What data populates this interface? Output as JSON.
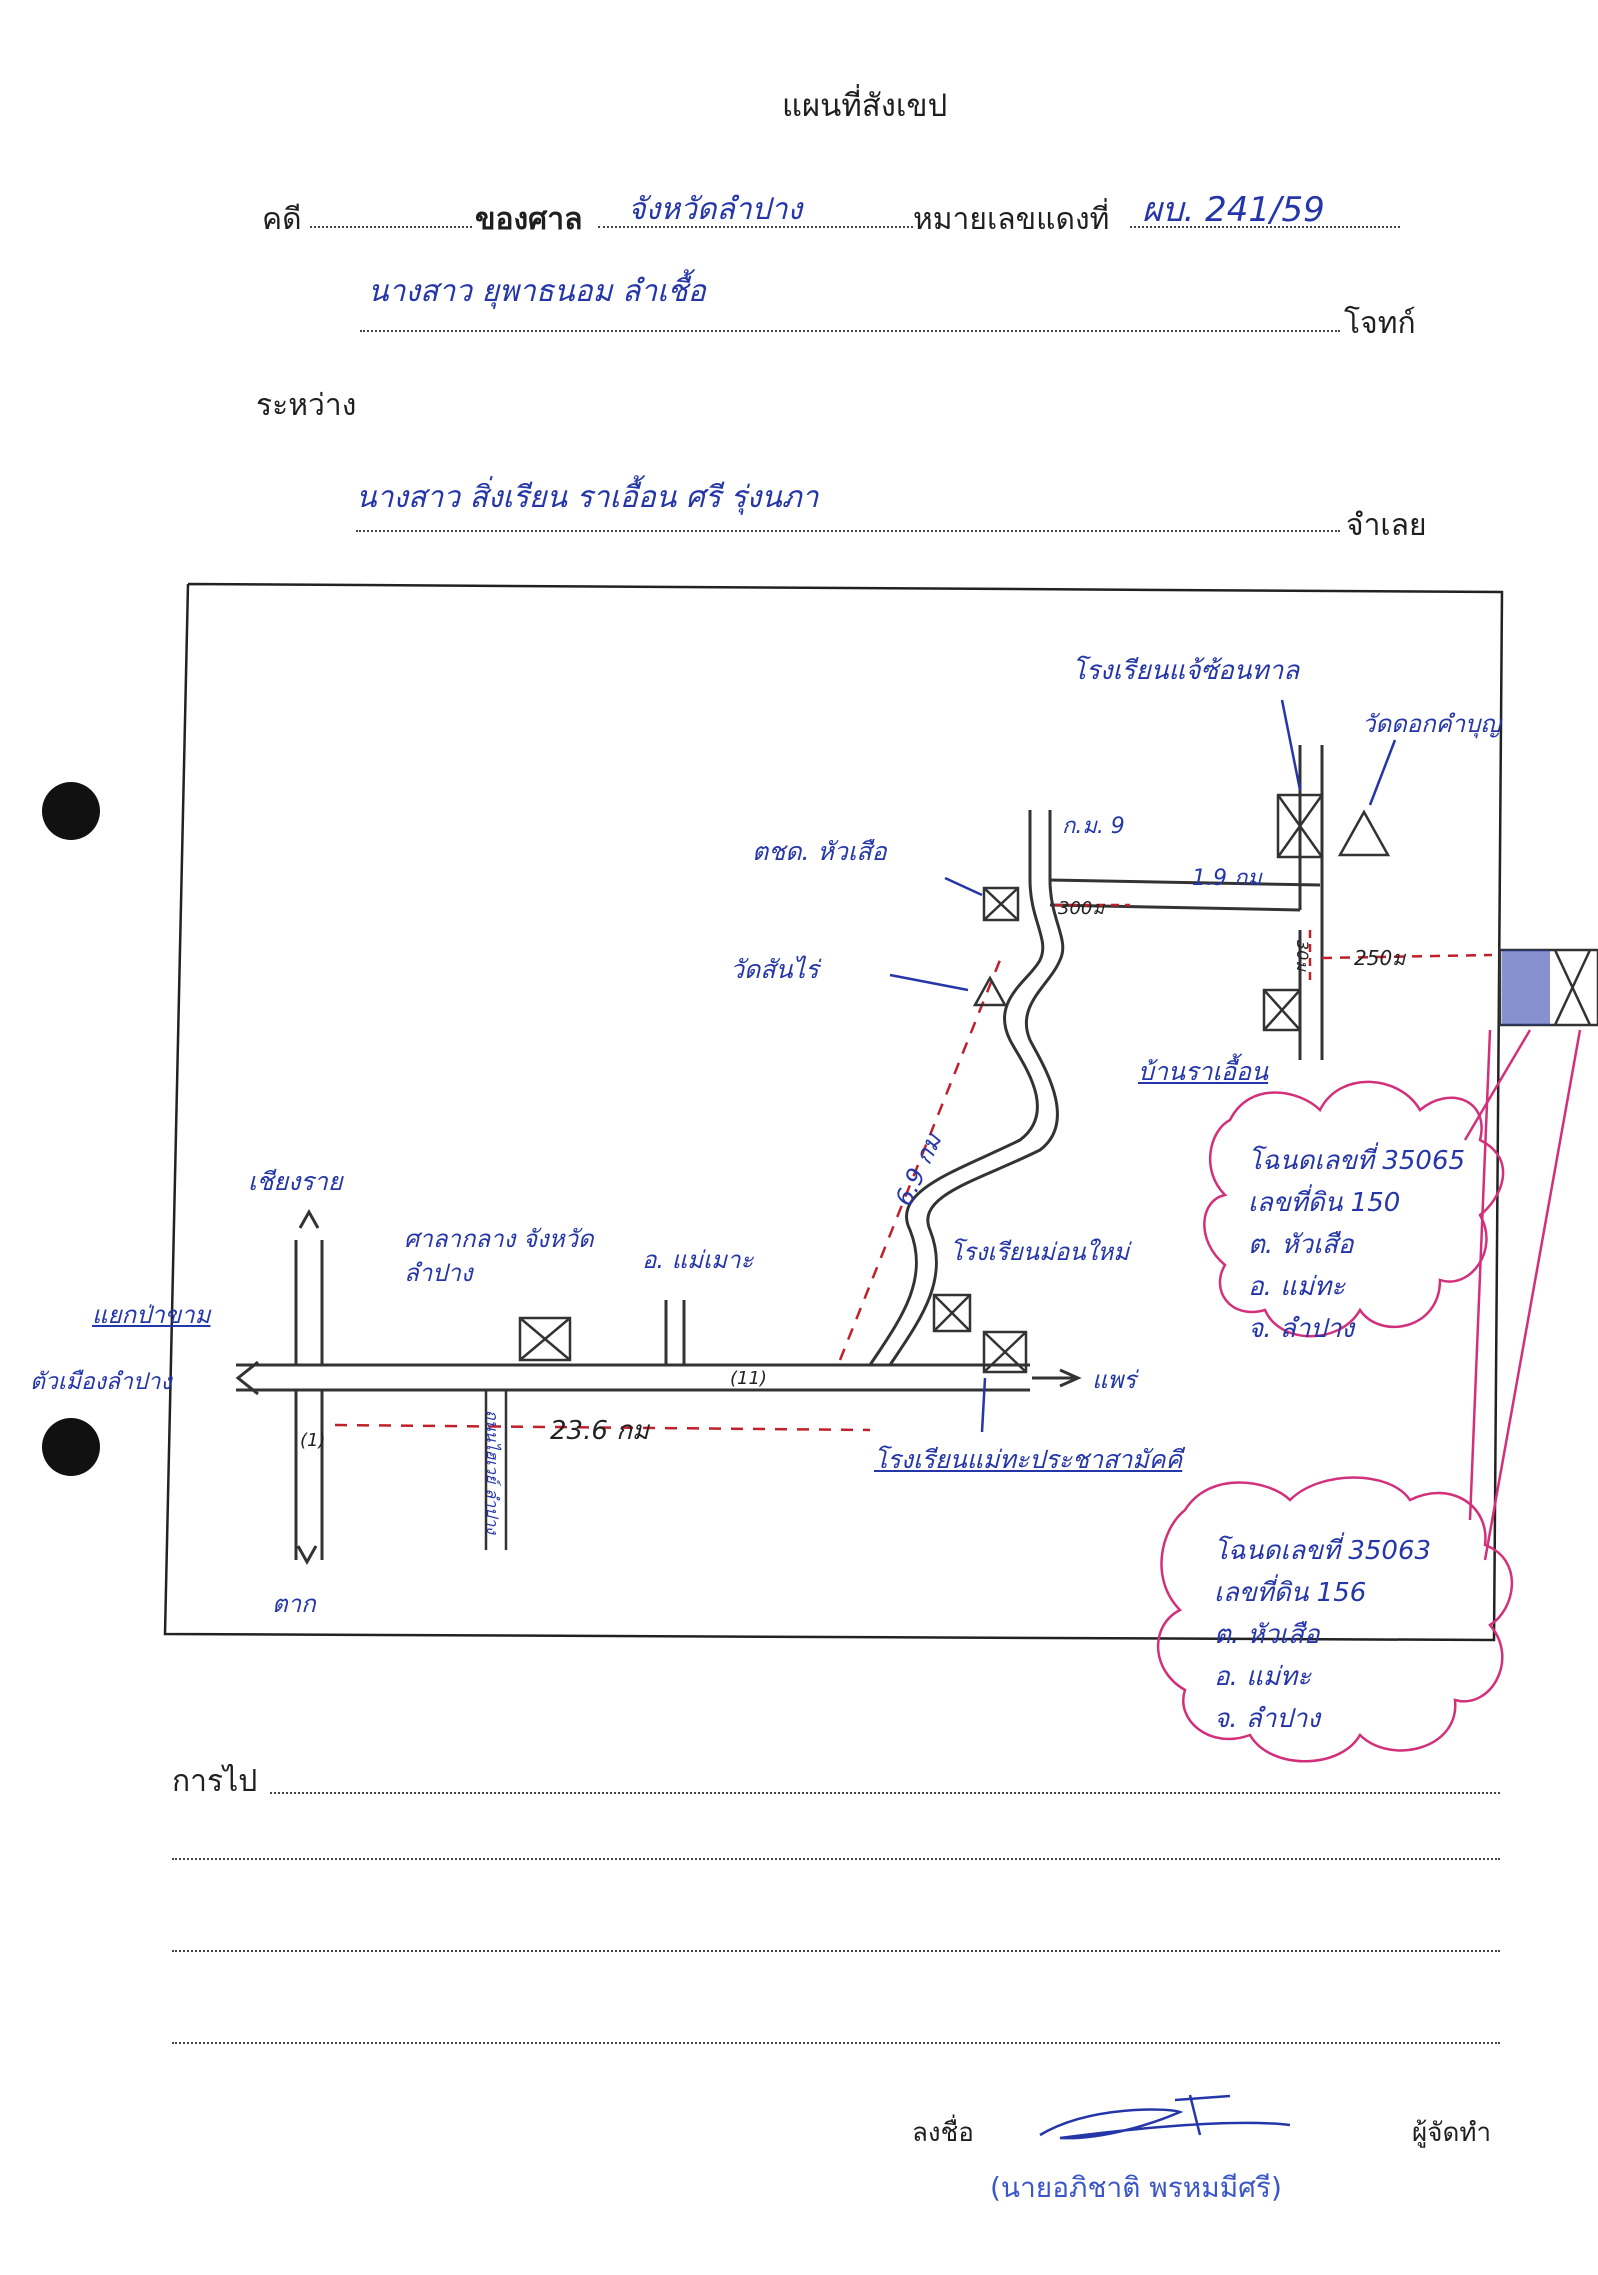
{
  "header": {
    "title": "แผนที่สังเขป",
    "case_label": "คดี",
    "court_label": "ของศาล",
    "court_value": "จังหวัดลำปาง",
    "red_case_label": "หมายเลขแดงที่",
    "red_case_value": "ผบ. 241/59",
    "plaintiff_value": "นางสาว ยุพาธนอม ลำเชื้อ",
    "plaintiff_label": "โจทก์",
    "between_label": "ระหว่าง",
    "defendant_value": "นางสาว สิ่งเรียน ราเอื้อน ศรี รุ่งนภา",
    "defendant_label": "จำเลย"
  },
  "map": {
    "school_top": "โรงเรียนแจ้ซ้อนทาล",
    "temple_top": "วัดดอกคำบุญ",
    "police": "ตชด. หัวเสือ",
    "km9": "ก.ม. 9",
    "dist_300": "300ม",
    "dist_1_9": "1.9 กม",
    "temple_mid": "วัดสันไร่",
    "dist_30": "30ม",
    "dist_250": "250ม",
    "house": "บ้านราเอื้อน",
    "dist_6_9": "6.9 กม",
    "north": "เชียงราย",
    "courthouse": "ศาลากลาง จังหวัดลำปาง",
    "ampho_maemo": "อ. แม่เมาะ",
    "school_mid": "โรงเรียนม่อนใหม่",
    "junction": "แยกป่าขาม",
    "city": "ตัวเมืองลำปาง",
    "road_1": "(1)",
    "road_11": "(11)",
    "dist_23_6": "23.6 กม",
    "phrae": "แพร่",
    "school_bottom": "โรงเรียนแม่ทะประชาสามัคคี",
    "side_road": "ถนนไฮเวย์ ลำปาง",
    "south": "ตาก"
  },
  "deeds": [
    {
      "deed_no": "โฉนดเลขที่ 35065",
      "land_no": "เลขที่ดิน 150",
      "tambon": "ต. หัวเสือ",
      "amphoe": "อ. แม่ทะ",
      "province": "จ. ลำปาง"
    },
    {
      "deed_no": "โฉนดเลขที่ 35063",
      "land_no": "เลขที่ดิน 156",
      "tambon": "ต. หัวเสือ",
      "amphoe": "อ. แม่ทะ",
      "province": "จ. ลำปาง"
    }
  ],
  "footer": {
    "directions_label": "การไป",
    "sign_label": "ลงชื่อ",
    "maker_label": "ผู้จัดทำ",
    "signer_name": "(นายอภิชาติ พรหมมีศรี)"
  }
}
